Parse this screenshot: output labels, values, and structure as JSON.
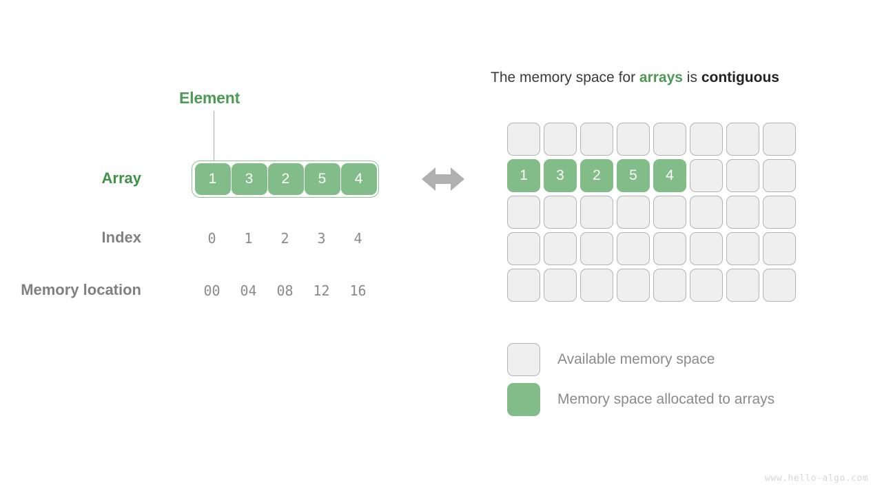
{
  "left_panel": {
    "element_label": "Element",
    "row_labels": {
      "array": "Array",
      "index": "Index",
      "memory_location": "Memory location"
    },
    "array_values": [
      "1",
      "3",
      "2",
      "5",
      "4"
    ],
    "index_values": [
      "0",
      "1",
      "2",
      "3",
      "4"
    ],
    "memory_locations": [
      "00",
      "04",
      "08",
      "12",
      "16"
    ]
  },
  "arrow": {
    "icon": "double-headed-horizontal-arrow",
    "color": "#b0b0b0"
  },
  "right_panel": {
    "title": {
      "part1": "The memory space for ",
      "highlight_green": "arrays",
      "part2": " is ",
      "highlight_dark": "contiguous"
    },
    "grid": {
      "columns": 8,
      "rows": 5,
      "filled_row_index": 1,
      "filled_values": [
        "1",
        "3",
        "2",
        "5",
        "4"
      ]
    },
    "legend": [
      {
        "swatch": "empty",
        "label": "Available memory space"
      },
      {
        "swatch": "filled",
        "label": "Memory space allocated to arrays"
      }
    ]
  },
  "watermark": "www.hello-algo.com",
  "colors": {
    "green_fill": "#82bc88",
    "green_text": "#4c9a53",
    "gray_text": "#8a8a8a",
    "empty_cell": "#efefef",
    "empty_border": "#b2b2b2"
  }
}
